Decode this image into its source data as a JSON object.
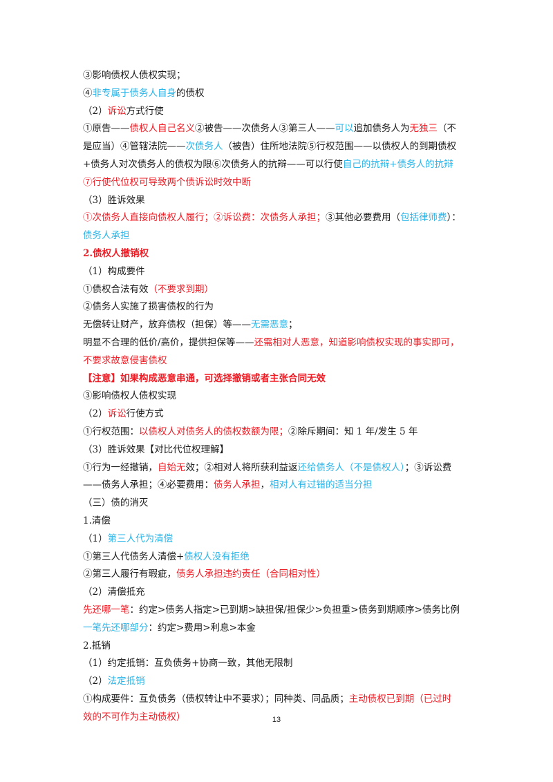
{
  "colors": {
    "text": "#1a1a1a",
    "red": "#ee1c25",
    "blue": "#2bb5e8"
  },
  "lines": [
    [
      {
        "t": "③影响债权人债权实现；"
      }
    ],
    [
      {
        "t": "④"
      },
      {
        "t": "非专属于债务人自身",
        "c": "blue"
      },
      {
        "t": "的债权"
      }
    ],
    [
      {
        "t": "（2）"
      },
      {
        "t": "诉讼",
        "c": "red"
      },
      {
        "t": "方式行使"
      }
    ],
    [
      {
        "t": "①原告——"
      },
      {
        "t": "债权人自己名义",
        "c": "red"
      },
      {
        "t": "②被告——次债务人③第三人——"
      },
      {
        "t": "可以",
        "c": "blue"
      },
      {
        "t": "追加债务人为"
      },
      {
        "t": "无独三",
        "c": "red"
      },
      {
        "t": "（不"
      }
    ],
    [
      {
        "t": "是应当）④管辖法院——"
      },
      {
        "t": "次债务人",
        "c": "blue"
      },
      {
        "t": "（被告）住所地法院⑤行权范围——以债权人的到期债权"
      }
    ],
    [
      {
        "t": "+债务人对次债务人的债权为限⑥次债务人的抗辩——可以行使"
      },
      {
        "t": "自己的抗辩+债务人的抗辩",
        "c": "blue"
      }
    ],
    [
      {
        "t": "⑦行使代位权可导致两个债诉讼时效中断",
        "c": "red"
      }
    ],
    [
      {
        "t": "（3）胜诉效果"
      }
    ],
    [
      {
        "t": "①次债务人直接向债权人履行；②诉讼费：次债务人承担；",
        "c": "red"
      },
      {
        "t": "③其他必要费用（"
      },
      {
        "t": "包括律师费",
        "c": "blue"
      },
      {
        "t": "）："
      }
    ],
    [
      {
        "t": "债务人承担",
        "c": "blue"
      }
    ],
    [
      {
        "t": "2.债权人撤销权",
        "c": "red"
      }
    ],
    [
      {
        "t": "（1）构成要件"
      }
    ],
    [
      {
        "t": "①债权合法有效"
      },
      {
        "t": "（不要求到期）",
        "c": "red"
      }
    ],
    [
      {
        "t": "②债务人实施了损害债权的行为"
      }
    ],
    [
      {
        "t": "无偿转让财产，放弃债权（担保）等——"
      },
      {
        "t": "无需恶意",
        "c": "blue"
      },
      {
        "t": "；"
      }
    ],
    [
      {
        "t": "明显不合理的低价/高价，提供担保等——"
      },
      {
        "t": "还需相对人恶意，知道影响债权实现的事实即可，",
        "c": "red"
      }
    ],
    [
      {
        "t": "不要求故意侵害债权",
        "c": "red"
      }
    ],
    [
      {
        "t": "【注意】如果构成恶意串通，可选择撤销或者主张合同无效",
        "c": "red"
      }
    ],
    [
      {
        "t": "③影响债权人债权实现"
      }
    ],
    [
      {
        "t": "（2）"
      },
      {
        "t": "诉讼",
        "c": "red"
      },
      {
        "t": "行使方式"
      }
    ],
    [
      {
        "t": "①行权范围："
      },
      {
        "t": "以债权人对债务人的债权数额为限；",
        "c": "red"
      },
      {
        "t": "②除斥期间：知 1 年/发生 5 年"
      }
    ],
    [
      {
        "t": "（3）胜诉效果【对比代位权理解】"
      }
    ],
    [
      {
        "t": "①行为一经撤销，"
      },
      {
        "t": "自始无",
        "c": "red"
      },
      {
        "t": "效；②相对人将所获利益返"
      },
      {
        "t": "还给债务人（不是债权人）",
        "c": "blue"
      },
      {
        "t": "；③诉讼费"
      }
    ],
    [
      {
        "t": "——债务人承担；④必要费用："
      },
      {
        "t": "债务人承担",
        "c": "red"
      },
      {
        "t": "，"
      },
      {
        "t": "相对人有过错的适当分担",
        "c": "blue"
      }
    ],
    [
      {
        "t": "（三）债的消灭"
      }
    ],
    [
      {
        "t": "1.清偿"
      }
    ],
    [
      {
        "t": "（1）"
      },
      {
        "t": "第三人代为清偿",
        "c": "blue"
      }
    ],
    [
      {
        "t": "①第三人代债务人清偿+"
      },
      {
        "t": "债权人没有拒绝",
        "c": "blue"
      }
    ],
    [
      {
        "t": "②第三人履行有瑕疵，"
      },
      {
        "t": "债务人承担违约责任（合同相对性）",
        "c": "red"
      }
    ],
    [
      {
        "t": "（2）清偿抵充"
      }
    ],
    [
      {
        "t": "先还哪一笔",
        "c": "red"
      },
      {
        "t": "：约定>债务人指定>已到期>缺担保/担保少>负担重>债务到期顺序>债务比例"
      }
    ],
    [
      {
        "t": "一笔先还哪部分",
        "c": "blue"
      },
      {
        "t": "：约定>费用>利息>本金"
      }
    ],
    [
      {
        "t": "2.抵销"
      }
    ],
    [
      {
        "t": "（1）约定抵销：互负债务+协商一致，其他无限制"
      }
    ],
    [
      {
        "t": "（2）"
      },
      {
        "t": "法定抵销",
        "c": "blue"
      }
    ],
    [
      {
        "t": "①构成要件：互负债务（债权转让中不要求）；同种类、同品质；"
      },
      {
        "t": "主动债权已到期（已过时",
        "c": "red"
      }
    ],
    [
      {
        "t": "效的不可作为主动债权）",
        "c": "red"
      }
    ]
  ],
  "footer": {
    "page_number": "13"
  }
}
